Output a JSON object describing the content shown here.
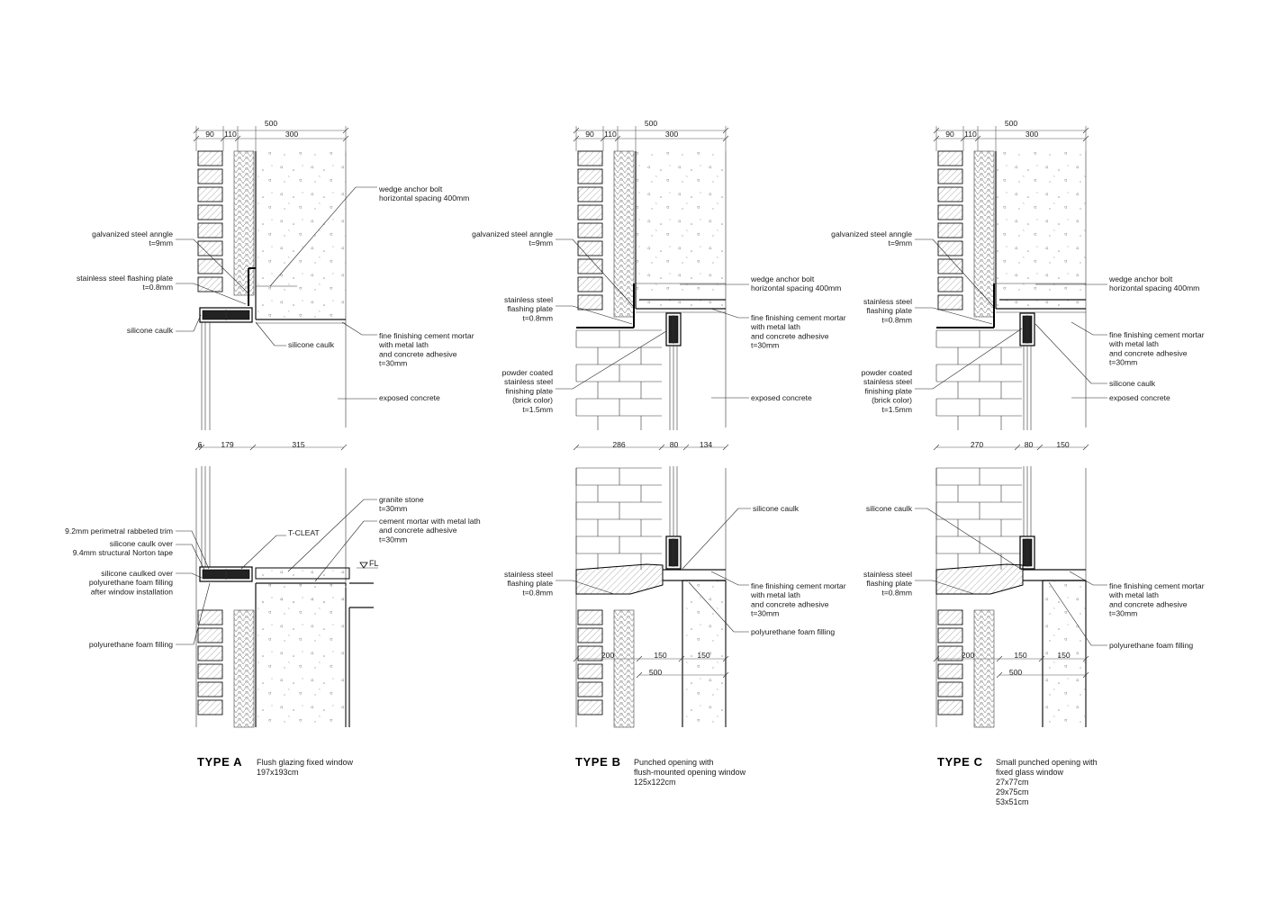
{
  "details": [
    {
      "id": "type-a",
      "type_label": "TYPE A",
      "caption": [
        "Flush glazing fixed window",
        "197x193cm"
      ],
      "top_dims": {
        "total": "500",
        "parts": [
          "90",
          "110",
          "300"
        ]
      },
      "bottom_dims": [
        "6",
        "179",
        "315"
      ],
      "level_mark": "FL",
      "labels": [
        {
          "key": "wedge",
          "lines": [
            "wedge anchor bolt",
            "horizontal spacing 400mm"
          ]
        },
        {
          "key": "angle",
          "lines": [
            "galvanized steel anngle",
            "t=9mm"
          ]
        },
        {
          "key": "flashing",
          "lines": [
            "stainless steel flashing plate",
            "t=0.8mm"
          ]
        },
        {
          "key": "caulk1",
          "lines": [
            "silicone caulk"
          ]
        },
        {
          "key": "caulk2",
          "lines": [
            "silicone caulk"
          ]
        },
        {
          "key": "mortar",
          "lines": [
            "fine finishing cement mortar",
            "with metal lath",
            "and concrete adhesive",
            "t=30mm"
          ]
        },
        {
          "key": "exposed",
          "lines": [
            "exposed concrete"
          ]
        },
        {
          "key": "granite",
          "lines": [
            "granite stone",
            "t=30mm"
          ]
        },
        {
          "key": "tcleat",
          "lines": [
            "T-CLEAT"
          ]
        },
        {
          "key": "cement",
          "lines": [
            "cement mortar with metal lath",
            "and concrete adhesive",
            "t=30mm"
          ]
        },
        {
          "key": "trim",
          "lines": [
            "9.2mm perimetral rabbeted trim"
          ]
        },
        {
          "key": "norton",
          "lines": [
            "silicone caulk over",
            "9.4mm structural Norton tape"
          ]
        },
        {
          "key": "caulked",
          "lines": [
            "silicone caulked over",
            "polyurethane foam filling",
            "after window installation"
          ]
        },
        {
          "key": "foam",
          "lines": [
            "polyurethane foam filling"
          ]
        }
      ]
    },
    {
      "id": "type-b",
      "type_label": "TYPE B",
      "caption": [
        "Punched opening with",
        "flush-mounted opening window",
        "125x122cm"
      ],
      "top_dims": {
        "total": "500",
        "parts": [
          "90",
          "110",
          "300"
        ]
      },
      "bottom_dims": [
        "286",
        "80",
        "134"
      ],
      "sill_dims": {
        "parts": [
          "200",
          "150",
          "150"
        ],
        "total": "500"
      },
      "labels": [
        {
          "key": "angle",
          "lines": [
            "galvanized steel anngle",
            "t=9mm"
          ]
        },
        {
          "key": "wedge",
          "lines": [
            "wedge anchor bolt",
            "horizontal spacing 400mm"
          ]
        },
        {
          "key": "flashing",
          "lines": [
            "stainless steel",
            "flashing plate",
            "t=0.8mm"
          ]
        },
        {
          "key": "mortar",
          "lines": [
            "fine finishing cement mortar",
            "with metal lath",
            "and concrete adhesive",
            "t=30mm"
          ]
        },
        {
          "key": "powder",
          "lines": [
            "powder coated",
            "stainless steel",
            "finishing plate",
            "(brick color)",
            "t=1.5mm"
          ]
        },
        {
          "key": "exposed",
          "lines": [
            "exposed concrete"
          ]
        },
        {
          "key": "caulk",
          "lines": [
            "silicone caulk"
          ]
        },
        {
          "key": "sill_flashing",
          "lines": [
            "stainless steel",
            "flashing plate",
            "t=0.8mm"
          ]
        },
        {
          "key": "sill_mortar",
          "lines": [
            "fine finishing cement mortar",
            "with metal lath",
            "and concrete adhesive",
            "t=30mm"
          ]
        },
        {
          "key": "foam",
          "lines": [
            "polyurethane foam filling"
          ]
        }
      ]
    },
    {
      "id": "type-c",
      "type_label": "TYPE C",
      "caption": [
        "Small punched opening with",
        "fixed glass window",
        "27x77cm",
        "29x75cm",
        "53x51cm"
      ],
      "top_dims": {
        "total": "500",
        "parts": [
          "90",
          "110",
          "300"
        ]
      },
      "bottom_dims": [
        "270",
        "80",
        "150"
      ],
      "sill_dims": {
        "parts": [
          "200",
          "150",
          "150"
        ],
        "total": "500"
      },
      "labels": [
        {
          "key": "angle",
          "lines": [
            "galvanized steel anngle",
            "t=9mm"
          ]
        },
        {
          "key": "wedge",
          "lines": [
            "wedge anchor bolt",
            "horizontal spacing 400mm"
          ]
        },
        {
          "key": "flashing",
          "lines": [
            "stainless steel",
            "flashing plate",
            "t=0.8mm"
          ]
        },
        {
          "key": "mortar",
          "lines": [
            "fine finishing cement mortar",
            "with metal lath",
            "and concrete adhesive",
            "t=30mm"
          ]
        },
        {
          "key": "powder",
          "lines": [
            "powder coated",
            "stainless steel",
            "finishing plate",
            "(brick color)",
            "t=1.5mm"
          ]
        },
        {
          "key": "caulk",
          "lines": [
            "silicone caulk"
          ]
        },
        {
          "key": "exposed",
          "lines": [
            "exposed concrete"
          ]
        },
        {
          "key": "sill_caulk",
          "lines": [
            "silicone caulk"
          ]
        },
        {
          "key": "sill_flashing",
          "lines": [
            "stainless steel",
            "flashing plate",
            "t=0.8mm"
          ]
        },
        {
          "key": "sill_mortar",
          "lines": [
            "fine finishing cement mortar",
            "with metal lath",
            "and concrete adhesive",
            "t=30mm"
          ]
        },
        {
          "key": "foam",
          "lines": [
            "polyurethane foam filling"
          ]
        }
      ]
    }
  ]
}
